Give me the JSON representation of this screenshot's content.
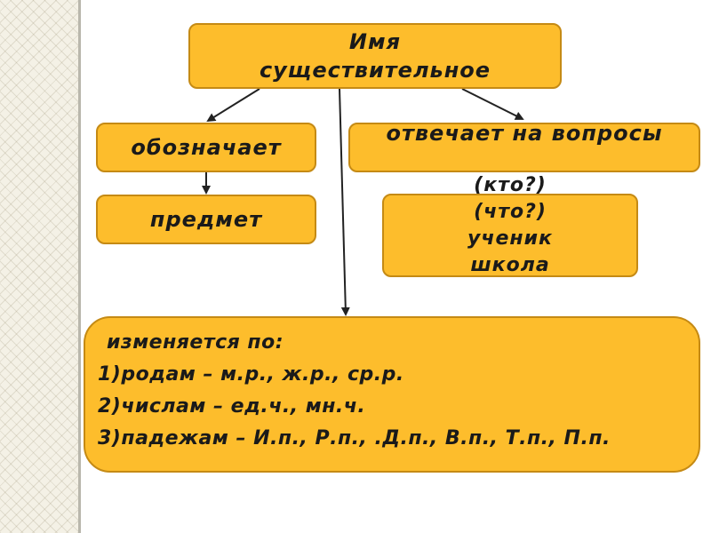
{
  "root": {
    "title_line1": "Имя",
    "title_line2": "существительное"
  },
  "branches": {
    "denotes": "обозначает",
    "answers": "отвечает на вопросы"
  },
  "leaves": {
    "object": "предмет",
    "q1": "(кто?)",
    "q2": "(что?)",
    "ex1": "ученик",
    "ex2": "школа"
  },
  "changes": {
    "title": "изменяется по:",
    "items": [
      "1)родам – м.р., ж.р., ср.р.",
      "2)числам – ед.ч., мн.ч.",
      "3)падежам – И.п., Р.п., .Д.п., В.п., Т.п., П.п."
    ]
  },
  "colors": {
    "box_fill": "#fdbd2c",
    "box_border": "#c58a14",
    "arrow": "#222222"
  }
}
